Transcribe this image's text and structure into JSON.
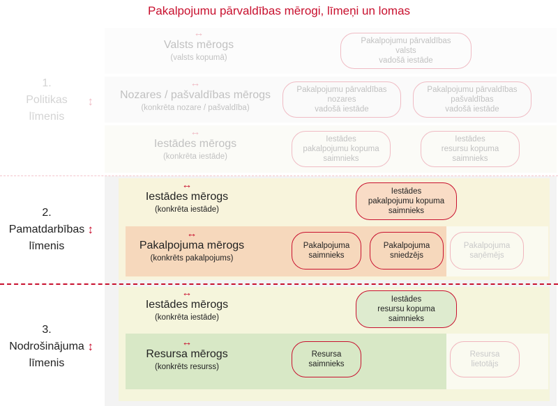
{
  "title": "Pakalpojumu pārvaldības mērogi, līmeņi un lomas",
  "levels": {
    "policy": {
      "number": "1.",
      "name_line1": "Politikas",
      "name_line2": "līmenis"
    },
    "core": {
      "number": "2.",
      "name_line1": "Pamatdarbības",
      "name_line2": "līmenis"
    },
    "support": {
      "number": "3.",
      "name_line1": "Nodrošinājuma",
      "name_line2": "līmenis"
    },
    "updown_symbol": "↕"
  },
  "arrow_symbol": "↔",
  "scales": {
    "state": {
      "name": "Valsts mērogs",
      "sub": "(valsts kopumā)"
    },
    "sector": {
      "name": "Nozares / pašvaldības mērogs",
      "sub": "(konkrēta nozare / pašvaldība)"
    },
    "institution_policy": {
      "name": "Iestādes mērogs",
      "sub": "(konkrēta iestāde)"
    },
    "institution_core": {
      "name": "Iestādes mērogs",
      "sub": "(konkrēta iestāde)"
    },
    "service": {
      "name": "Pakalpojuma mērogs",
      "sub": "(konkrēts pakalpojums)"
    },
    "institution_support": {
      "name": "Iestādes mērogs",
      "sub": "(konkrēta iestāde)"
    },
    "resource": {
      "name": "Resursa mērogs",
      "sub": "(konkrēts resurss)"
    }
  },
  "roles": {
    "state_lead": {
      "l1": "Pakalpojumu pārvaldības",
      "l2": "valsts",
      "l3": "vadošā iestāde"
    },
    "sector_lead": {
      "l1": "Pakalpojumu pārvaldības",
      "l2": "nozares",
      "l3": "vadošā iestāde"
    },
    "municipal_lead": {
      "l1": "Pakalpojumu pārvaldības",
      "l2": "pašvaldības",
      "l3": "vadošā iestāde"
    },
    "policy_service_owner": {
      "l1": "Iestādes",
      "l2": "pakalpojumu kopuma",
      "l3": "saimnieks"
    },
    "policy_resource_owner": {
      "l1": "Iestādes",
      "l2": "resursu kopuma",
      "l3": "saimnieks"
    },
    "core_service_owner": {
      "l1": "Iestādes",
      "l2": "pakalpojumu kopuma",
      "l3": "saimnieks"
    },
    "service_owner": {
      "l1": "Pakalpojuma",
      "l2": "saimnieks"
    },
    "service_provider": {
      "l1": "Pakalpojuma",
      "l2": "sniedzējs"
    },
    "service_recipient": {
      "l1": "Pakalpojuma",
      "l2": "saņēmējs"
    },
    "support_resource_owner": {
      "l1": "Iestādes",
      "l2": "resursu kopuma",
      "l3": "saimnieks"
    },
    "resource_owner": {
      "l1": "Resursa",
      "l2": "saimnieks"
    },
    "resource_user": {
      "l1": "Resursa",
      "l2": "lietotājs"
    }
  },
  "colors": {
    "accent": "#c8102e",
    "core_band": "#f8f4dc",
    "service_band": "#f6d8bc",
    "support_band": "#f5f5dc",
    "resource_band": "#d8e8c6",
    "support_role_fill": "#deebcf",
    "core_role_fill": "#f9dcc6"
  }
}
